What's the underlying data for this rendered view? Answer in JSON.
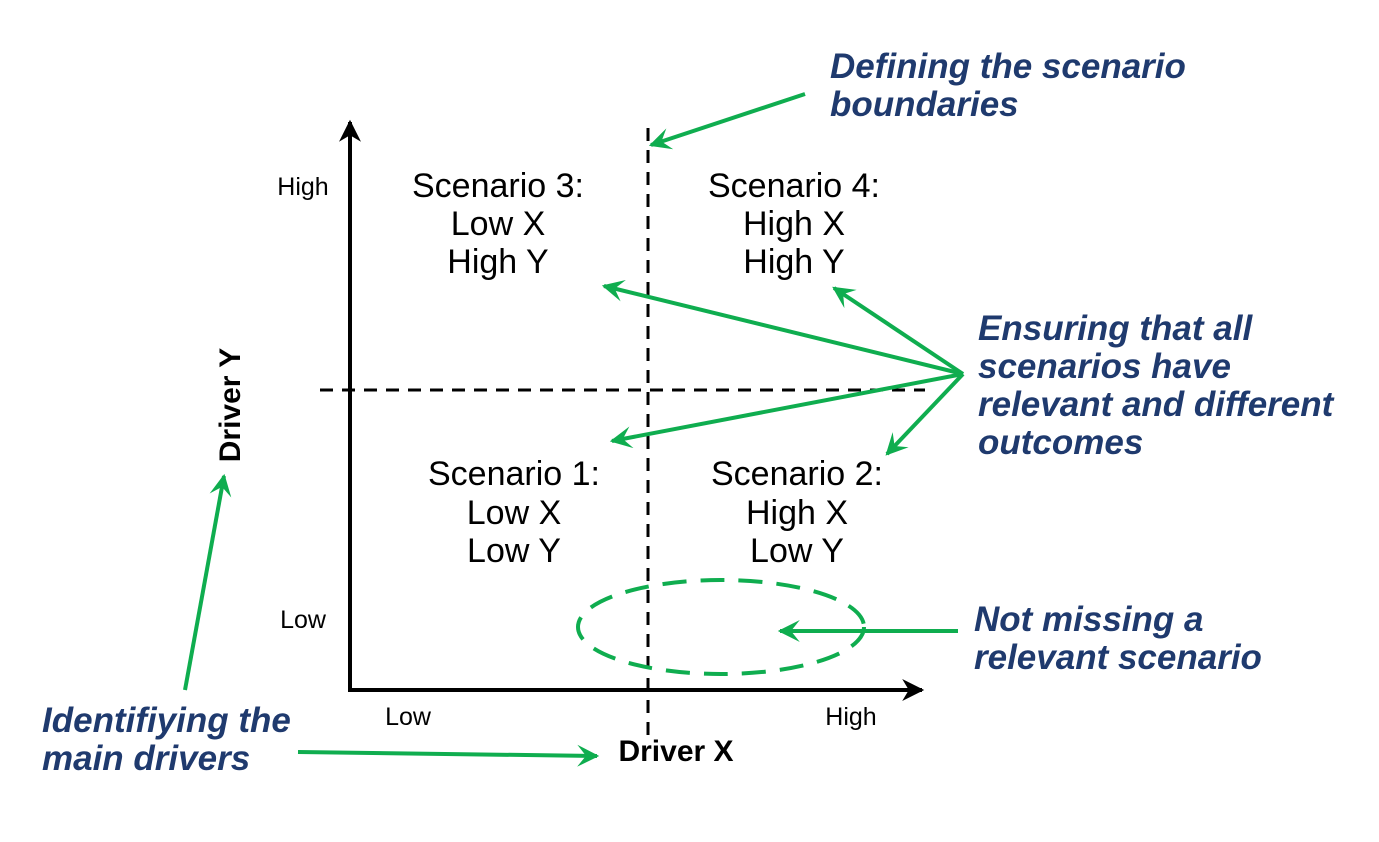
{
  "axes": {
    "x_title": "Driver X",
    "y_title": "Driver Y",
    "x_low": "Low",
    "x_high": "High",
    "y_low": "Low",
    "y_high": "High"
  },
  "scenarios": {
    "s1": {
      "title": "Scenario 1:",
      "x": "Low X",
      "y": "Low Y"
    },
    "s2": {
      "title": "Scenario 2:",
      "x": "High X",
      "y": "Low Y"
    },
    "s3": {
      "title": "Scenario 3:",
      "x": "Low X",
      "y": "High Y"
    },
    "s4": {
      "title": "Scenario 4:",
      "x": "High X",
      "y": "High Y"
    }
  },
  "annotations": {
    "boundaries": {
      "line1": "Defining the scenario",
      "line2": "boundaries"
    },
    "outcomes": {
      "line1": "Ensuring that all",
      "line2": "scenarios have",
      "line3": "relevant and different",
      "line4": "outcomes"
    },
    "missing": {
      "line1": "Not missing a",
      "line2": "relevant scenario"
    },
    "drivers": {
      "line1": "Identifiying the",
      "line2": "main drivers"
    }
  },
  "colors": {
    "annotation_text": "#1f3a6e",
    "arrow": "#0fad4f",
    "axis": "#000000"
  }
}
